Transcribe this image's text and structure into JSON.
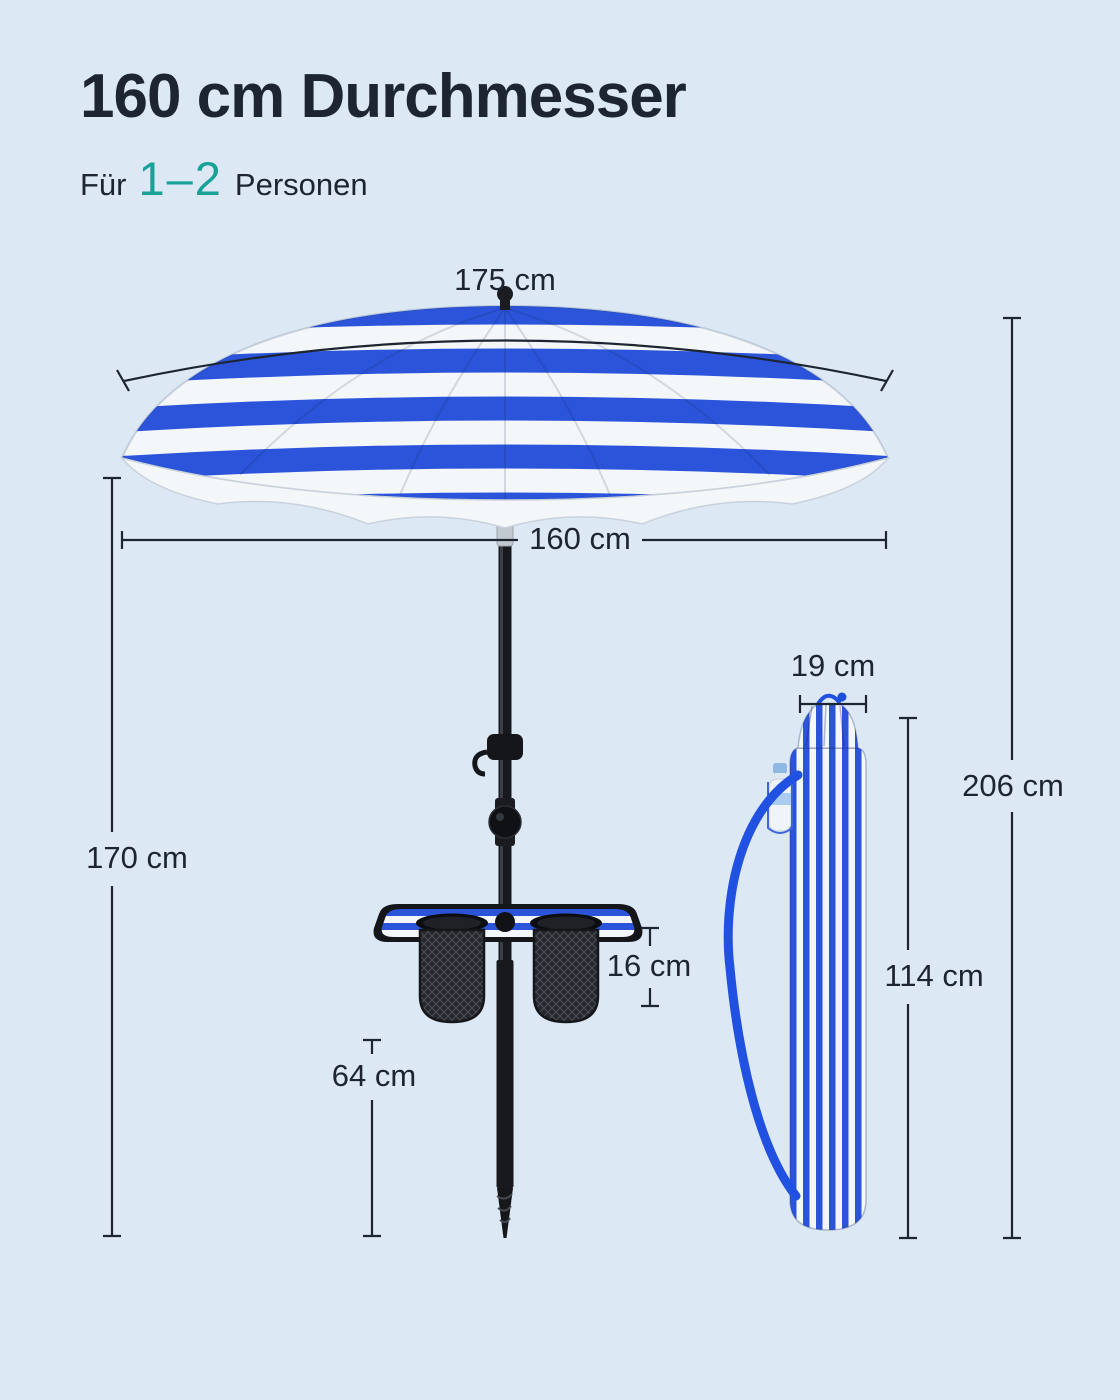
{
  "colors": {
    "bg": "#dce8f4",
    "ink": "#1d2630",
    "accent": "#17a197",
    "stripe_blue": "#2b54da",
    "fabric_white": "#f4f7fa",
    "pole": "#17191d",
    "strap_blue": "#2151e0"
  },
  "header": {
    "title": "160 cm Durchmesser",
    "subtitle_prefix": "Für",
    "subtitle_highlight": "1–2",
    "subtitle_suffix": "Personen"
  },
  "labels": {
    "canopy_arc_width": "175 cm",
    "canopy_diameter": "160 cm",
    "pole_height": "170 cm",
    "bag_width": "19 cm",
    "total_height": "206 cm",
    "table_thickness": "16 cm",
    "table_to_ground": "64 cm",
    "bag_height": "114 cm"
  }
}
